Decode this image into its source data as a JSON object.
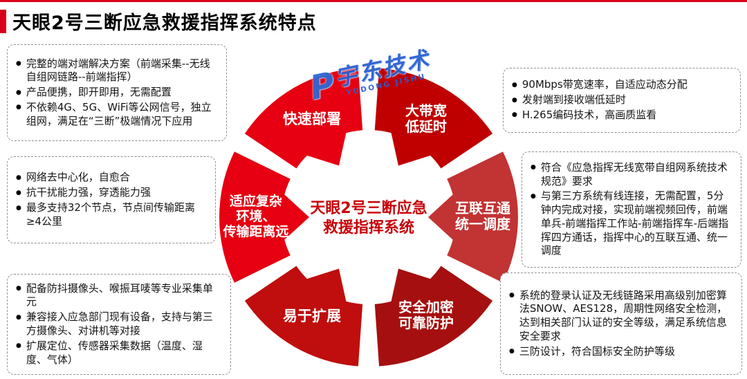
{
  "page": {
    "title": "天眼2号三断应急救援指挥系统特点"
  },
  "colors": {
    "accent_red": "#d9001b",
    "hub_text_red": "#c80007",
    "watermark_blue": "#2a5fd0",
    "callout_border_gray": "#8f8f8f"
  },
  "watermark": {
    "mark": "P",
    "brand": "宇东技术",
    "sub": "YUDONG JISHU"
  },
  "wheel": {
    "center_lines": [
      "天眼2号三断应急",
      "救援指挥系统"
    ],
    "segments": [
      {
        "id": "rapid-deploy",
        "label_lines": [
          "快速部署"
        ],
        "angle": 120,
        "color": "#e60012"
      },
      {
        "id": "bandwidth",
        "label_lines": [
          "大带宽",
          "低延时"
        ],
        "angle": 60,
        "color": "#c00000"
      },
      {
        "id": "interconnect",
        "label_lines": [
          "互联互通",
          "统一调度"
        ],
        "angle": 0,
        "color": "#c23333"
      },
      {
        "id": "security",
        "label_lines": [
          "安全加密",
          "可靠防护"
        ],
        "angle": 300,
        "color": "#a50f0f"
      },
      {
        "id": "expand",
        "label_lines": [
          "易于扩展"
        ],
        "angle": 240,
        "color": "#c00d0d"
      },
      {
        "id": "adapt",
        "label_lines": [
          "适应复杂",
          "环境、",
          "传输距离远"
        ],
        "angle": 180,
        "color": "#e60012"
      }
    ]
  },
  "callouts": [
    {
      "id": "top-left",
      "bullets": [
        "完整的端对端解决方案（前端采集--无线自组网链路--前端指挥）",
        "产品便携，即开即用，无需配置",
        "不依赖4G、5G、WiFi等公网信号，独立组网，满足在“三断”极端情况下应用"
      ]
    },
    {
      "id": "mid-left",
      "bullets": [
        "网络去中心化，自愈合",
        "抗干扰能力强，穿透能力强",
        "最多支持32个节点，节点间传输距离≥4公里"
      ]
    },
    {
      "id": "bottom-left",
      "bullets": [
        "配备防抖摄像头、喉振耳唛等专业采集单元",
        "兼容接入应急部门现有设备，支持与第三方摄像头、对讲机等对接",
        "扩展定位、传感器采集数据（温度、湿度、气体）"
      ]
    },
    {
      "id": "top-right",
      "bullets": [
        "90Mbps带宽速率，自适应动态分配",
        "发射端到接收端低延时",
        "H.265编码技术，高画质监看"
      ]
    },
    {
      "id": "mid-right",
      "bullets": [
        "符合《应急指挥无线宽带自组网系统技术规范》要求",
        "与第三方系统有线连接，无需配置，5分钟内完成对接，实现前端视频回传，前端单兵-前端指挥工作站-前端指挥车-后端指挥四方通话，指挥中心的互联互通、统一调度"
      ]
    },
    {
      "id": "bottom-right",
      "bullets": [
        "系统的登录认证及无线链路采用高级别加密算法SNOW、AES128，周期性网络安全检测，达到相关部门认证的安全等级，满足系统信息安全要求",
        "三防设计，符合国标安全防护等级"
      ]
    }
  ]
}
